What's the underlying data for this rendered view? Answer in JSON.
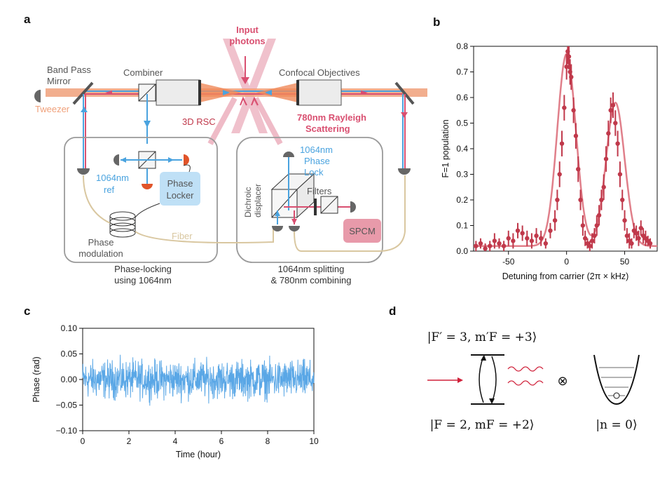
{
  "panels": {
    "a": "a",
    "b": "b",
    "c": "c",
    "d": "d"
  },
  "colors": {
    "beam_blue": "#4aa3df",
    "beam_pink": "#d94f70",
    "tweezer": "#f0a07a",
    "fiber": "#d9c7a0",
    "box_gray": "#9a9a9a",
    "data_red": "#c0394b",
    "fit_pink": "#e07f8a",
    "trace_blue": "#5aa7e6",
    "phase_locker_fill": "#bfe0f6",
    "spcm_fill": "#e89aaa"
  },
  "schematic": {
    "input_photons": [
      "Input",
      "photons"
    ],
    "band_pass_mirror": [
      "Band Pass",
      "Mirror"
    ],
    "combiner": "Combiner",
    "confocal_objectives": "Confocal Objectives",
    "tweezer": "Tweezer",
    "rsc": "3D RSC",
    "rayleigh": [
      "780nm Rayleigh",
      "Scattering"
    ],
    "ref": [
      "1064nm",
      "ref"
    ],
    "phase_locker": [
      "Phase",
      "Locker"
    ],
    "phase_modulation": [
      "Phase",
      "modulation"
    ],
    "fiber": "Fiber",
    "phase_lock": [
      "1064nm",
      "Phase",
      "Lock"
    ],
    "dichroic": [
      "Dichroic",
      "displacer"
    ],
    "filters": "Filters",
    "spcm": "SPCM",
    "box_left_caption": [
      "Phase-locking",
      "using 1064nm"
    ],
    "box_right_caption": [
      "1064nm splitting",
      "& 780nm combining"
    ]
  },
  "chart_data": [
    {
      "type": "scatter",
      "panel": "b",
      "xlabel": "Detuning from carrier (2π × kHz)",
      "ylabel": "F=1 population",
      "xlim": [
        -80,
        78
      ],
      "ylim": [
        0,
        0.8
      ],
      "xticks": [
        "-50",
        "0",
        "50"
      ],
      "yticks": [
        "0.0",
        "0.1",
        "0.2",
        "0.3",
        "0.4",
        "0.5",
        "0.6",
        "0.7",
        "0.8"
      ],
      "grid": false,
      "series": [
        {
          "kind": "points_with_errorbars",
          "x": [
            -78,
            -74,
            -70,
            -66,
            -62,
            -58,
            -54,
            -50,
            -46,
            -42,
            -38,
            -34,
            -30,
            -26,
            -22,
            -18,
            -14,
            -10,
            -8,
            -6,
            -4,
            -2,
            0,
            1,
            2,
            3,
            4,
            6,
            8,
            10,
            12,
            14,
            16,
            18,
            20,
            22,
            24,
            26,
            28,
            30,
            32,
            34,
            36,
            38,
            40,
            42,
            44,
            46,
            48,
            50,
            52,
            54,
            56,
            58,
            60,
            62,
            64,
            66,
            68,
            70,
            72
          ],
          "y": [
            0.02,
            0.03,
            0.01,
            0.02,
            0.04,
            0.03,
            0.02,
            0.05,
            0.04,
            0.08,
            0.07,
            0.05,
            0.04,
            0.06,
            0.05,
            0.03,
            0.08,
            0.12,
            0.2,
            0.3,
            0.42,
            0.56,
            0.72,
            0.78,
            0.76,
            0.7,
            0.68,
            0.55,
            0.45,
            0.32,
            0.2,
            0.1,
            0.05,
            0.03,
            0.02,
            0.04,
            0.06,
            0.1,
            0.14,
            0.2,
            0.25,
            0.36,
            0.46,
            0.55,
            0.57,
            0.5,
            0.42,
            0.3,
            0.2,
            0.12,
            0.06,
            0.04,
            0.03,
            0.08,
            0.07,
            0.05,
            0.09,
            0.06,
            0.05,
            0.04,
            0.03
          ],
          "err": [
            0.02,
            0.02,
            0.02,
            0.02,
            0.03,
            0.02,
            0.02,
            0.03,
            0.03,
            0.03,
            0.03,
            0.03,
            0.03,
            0.03,
            0.03,
            0.02,
            0.03,
            0.04,
            0.04,
            0.05,
            0.05,
            0.05,
            0.05,
            0.05,
            0.05,
            0.05,
            0.05,
            0.05,
            0.05,
            0.05,
            0.04,
            0.04,
            0.03,
            0.02,
            0.02,
            0.03,
            0.03,
            0.04,
            0.04,
            0.04,
            0.05,
            0.05,
            0.05,
            0.05,
            0.05,
            0.05,
            0.05,
            0.05,
            0.04,
            0.04,
            0.03,
            0.03,
            0.02,
            0.03,
            0.03,
            0.03,
            0.03,
            0.03,
            0.03,
            0.02,
            0.02
          ]
        },
        {
          "kind": "fit_line",
          "peaks": [
            {
              "center": 0,
              "amplitude": 0.75,
              "width": 8
            },
            {
              "center": 42,
              "amplitude": 0.56,
              "width": 8
            }
          ],
          "baseline": 0.02
        }
      ]
    },
    {
      "type": "line",
      "panel": "c",
      "xlabel": "Time (hour)",
      "ylabel": "Phase (rad)",
      "xlim": [
        0,
        10
      ],
      "ylim": [
        -0.1,
        0.1
      ],
      "xticks": [
        "0",
        "2",
        "4",
        "6",
        "8",
        "10"
      ],
      "yticks": [
        "0.10",
        "0.05",
        "0.00",
        "−0.05",
        "−0.10"
      ],
      "grid": false,
      "series": [
        {
          "kind": "noise_trace",
          "n_points": 900,
          "mean": 0.0,
          "std": 0.018,
          "min": -0.07,
          "max": 0.07,
          "x_range": [
            0,
            10
          ]
        }
      ]
    }
  ],
  "diagram_d": {
    "upper_state": "|F′ = 3, m′F = +3⟩",
    "lower_state": "|F = 2, mF = +2⟩",
    "tensor": "⊗",
    "motional": "|n = 0⟩"
  }
}
